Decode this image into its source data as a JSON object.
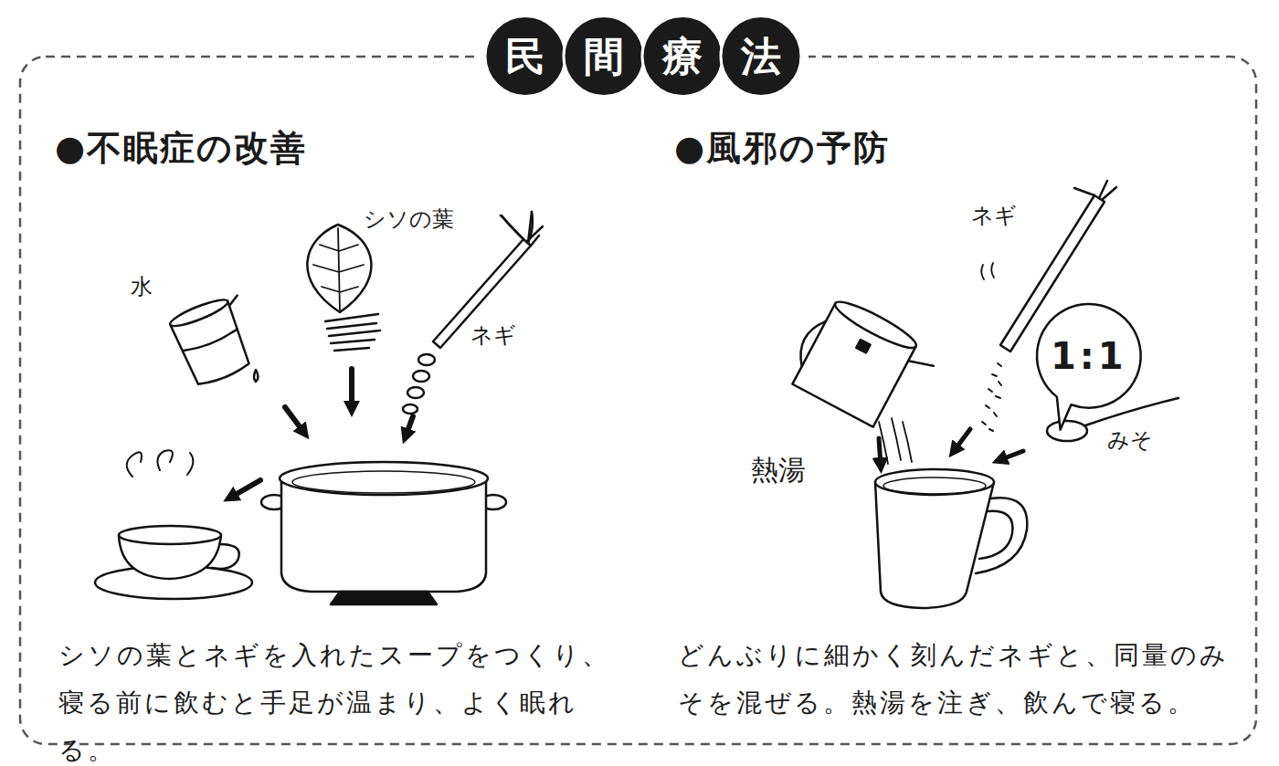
{
  "diagram": {
    "title": "民間療法",
    "nodes": [
      {
        "text": [
          "1:1"
        ]
      }
    ],
    "labels": [
      "●不眠症の改善",
      "水",
      "シソの葉",
      "ネギ",
      "シソの葉とネギを入れたスープをつくり、寝る前に飲むと手足が温まり、よく眠れる。",
      "●風邪の予防",
      "ネギ",
      "熱湯",
      "みそ",
      "どんぶりに細かく刻んだネギと、同量のみそを混ぜる。熱湯を注ぎ、飲んで寝る。"
    ]
  }
}
